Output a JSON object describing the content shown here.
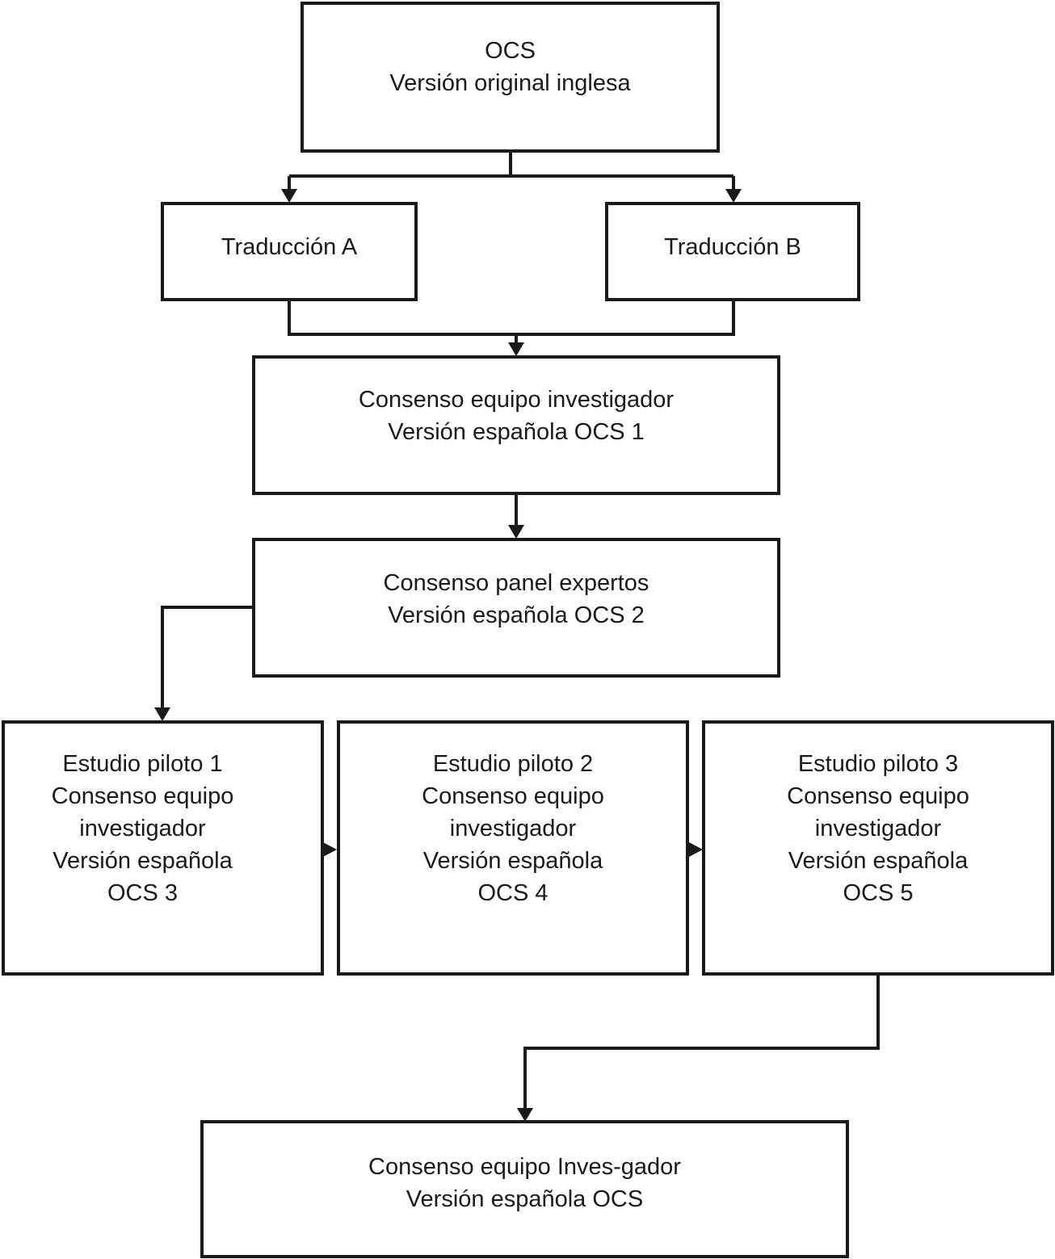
{
  "nodes": {
    "original": {
      "lines": [
        "OCS",
        "Versión original inglesa"
      ]
    },
    "trad_a": {
      "lines": [
        "Traducción A"
      ]
    },
    "trad_b": {
      "lines": [
        "Traducción B"
      ]
    },
    "consenso1": {
      "lines": [
        "Consenso equipo investigador",
        "Versión española OCS 1"
      ]
    },
    "panel": {
      "lines": [
        "Consenso panel expertos",
        "Versión española OCS 2"
      ]
    },
    "piloto1": {
      "lines": [
        "Estudio piloto 1",
        "Consenso equipo",
        "investigador",
        "Versión española",
        "OCS 3"
      ]
    },
    "piloto2": {
      "lines": [
        "Estudio piloto 2",
        "Consenso equipo",
        "investigador",
        "Versión española",
        "OCS 4"
      ]
    },
    "piloto3": {
      "lines": [
        "Estudio piloto 3",
        "Consenso equipo",
        "investigador",
        "Versión española",
        "OCS 5"
      ]
    },
    "final": {
      "lines": [
        "Consenso equipo Inves-gador",
        "Versión española OCS"
      ]
    }
  }
}
